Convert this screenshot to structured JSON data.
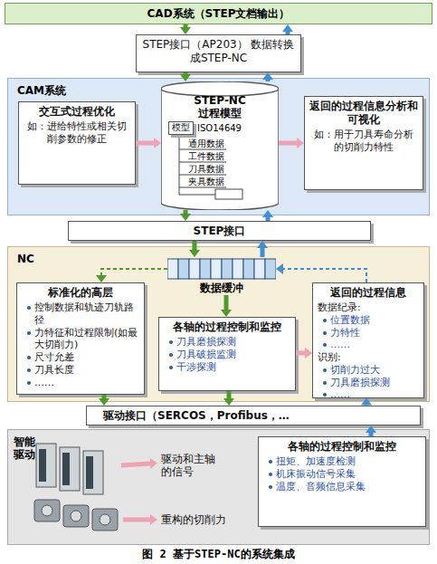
{
  "diagram": {
    "caption": "图 2 基于STEP-NC的系统集成",
    "nodes": [
      {
        "text": [
          "CAD系统（STEP文档输出）"
        ]
      },
      {
        "text": [
          "STEP接口（AP203） 数据转换成STEP-NC"
        ]
      },
      {
        "text": [
          "CAM系统"
        ]
      },
      {
        "text": [
          "交互式过程优化",
          "如：进给特性或相关切削参数的修正"
        ],
        "in": 2
      },
      {
        "text": [
          "STEP-NC 过程模型",
          "ISO14649",
          "通用数据",
          "工件数据",
          "刀具数据",
          "夹具数据"
        ],
        "in": 2
      },
      {
        "text": [
          "模型"
        ],
        "in": 4
      },
      {
        "text": [
          "返回的过程信息分析和可视化",
          "如：用于刀具寿命分析的切削力特性"
        ],
        "in": 2
      },
      {
        "text": [
          "STEP接口"
        ]
      },
      {
        "text": [
          "NC"
        ]
      },
      {
        "text": [
          "数据缓冲"
        ],
        "in": 8
      },
      {
        "text": [
          "标准化的高层",
          "控制数据和轨迹刀轨路径",
          "力特征和过程限制(如最大切削力)",
          "尺寸允差",
          "刀具长度",
          "……"
        ],
        "in": 8
      },
      {
        "text": [
          "各轴的过程控制和监控",
          "刀具磨损探测",
          "刀具破损监测",
          "干涉探测"
        ],
        "in": 8
      },
      {
        "text": [
          "返回的过程信息",
          "数据纪录:",
          "位置数据",
          "力特性",
          "……",
          "识别:",
          "切削力过大",
          "刀具磨损探测",
          "……"
        ],
        "in": 8
      },
      {
        "text": [
          "驱动接口（SERCOS，Profibus，…"
        ]
      },
      {
        "text": [
          "智能驱动"
        ]
      },
      {
        "text": [
          "各轴的过程控制和监控",
          "扭矩、加速度检测",
          "机床振动信号采集",
          "温度、音频信息采集"
        ],
        "in": 14
      }
    ],
    "edges": [
      {
        "from": 0,
        "to": 1,
        "arrow": "to"
      },
      {
        "from": 1,
        "to": 0,
        "arrow": "to"
      },
      {
        "from": 1,
        "to": 4,
        "arrow": "to"
      },
      {
        "from": 4,
        "to": 1,
        "arrow": "to"
      },
      {
        "from": 3,
        "to": 4,
        "arrow": "to"
      },
      {
        "from": 4,
        "to": 6,
        "arrow": "to"
      },
      {
        "from": 4,
        "to": 7,
        "arrow": "to"
      },
      {
        "from": 7,
        "to": 4,
        "arrow": "to"
      },
      {
        "from": 7,
        "to": 9,
        "arrow": "to"
      },
      {
        "from": 9,
        "to": 7,
        "arrow": "to"
      },
      {
        "from": 9,
        "to": 10,
        "arrow": "to"
      },
      {
        "from": 9,
        "to": 11,
        "arrow": "to"
      },
      {
        "from": 12,
        "to": 9,
        "arrow": "to"
      },
      {
        "from": 11,
        "to": 12,
        "arrow": "to"
      },
      {
        "from": 10,
        "to": 13,
        "arrow": "to"
      },
      {
        "from": 11,
        "to": 13,
        "arrow": "to"
      },
      {
        "from": 13,
        "to": 12,
        "arrow": "to"
      },
      {
        "from": 15,
        "to": 13,
        "arrow": "to"
      }
    ],
    "labels": [
      "驱动和主轴的信号",
      "重构的切削力"
    ]
  }
}
